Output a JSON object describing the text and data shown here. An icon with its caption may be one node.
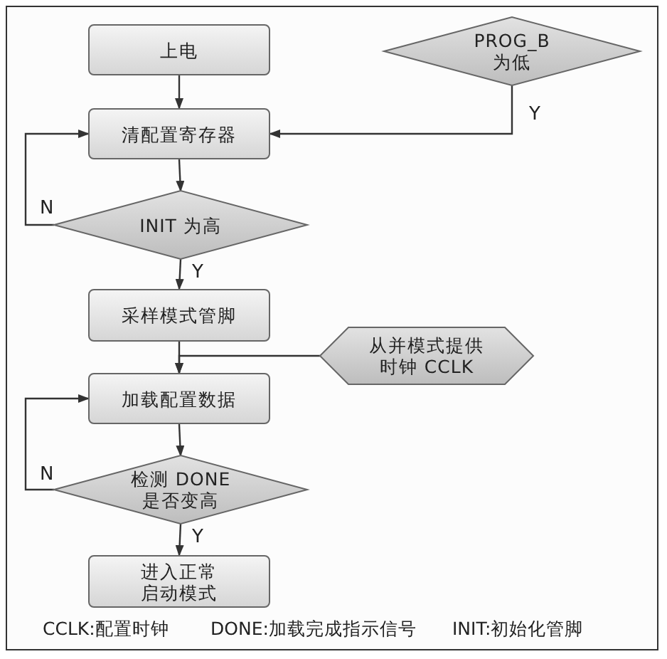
{
  "diagram": {
    "nodes": [
      {
        "text": [
          "上电"
        ]
      },
      {
        "text": [
          "PROG_B 为低"
        ]
      },
      {
        "text": [
          "清配置寄存器"
        ]
      },
      {
        "text": [
          "INIT 为高"
        ]
      },
      {
        "text": [
          "采样模式管脚"
        ]
      },
      {
        "text": [
          "从并模式提供时钟 CCLK"
        ]
      },
      {
        "text": [
          "加载配置数据"
        ]
      },
      {
        "text": [
          "检测 DONE 是否变高"
        ]
      },
      {
        "text": [
          "进入正常启动模式"
        ]
      }
    ],
    "edges": [
      {
        "from": 0,
        "to": 2,
        "arrow": "to"
      },
      {
        "from": 1,
        "to": 2,
        "arrow": "to",
        "label": "Y"
      },
      {
        "from": 2,
        "to": 3,
        "arrow": "to"
      },
      {
        "from": 3,
        "to": 2,
        "arrow": "to",
        "label": "N"
      },
      {
        "from": 3,
        "to": 4,
        "arrow": "to",
        "label": "Y"
      },
      {
        "from": 4,
        "to": 6,
        "arrow": "to"
      },
      {
        "from": 5,
        "to": 6,
        "arrow": "to"
      },
      {
        "from": 6,
        "to": 7,
        "arrow": "to"
      },
      {
        "from": 7,
        "to": 6,
        "arrow": "to",
        "label": "N"
      },
      {
        "from": 7,
        "to": 8,
        "arrow": "to",
        "label": "Y"
      }
    ],
    "labels": [
      "CCLK:配置时钟",
      "DONE:加载完成指示信号",
      "INIT:初始化管脚"
    ]
  }
}
